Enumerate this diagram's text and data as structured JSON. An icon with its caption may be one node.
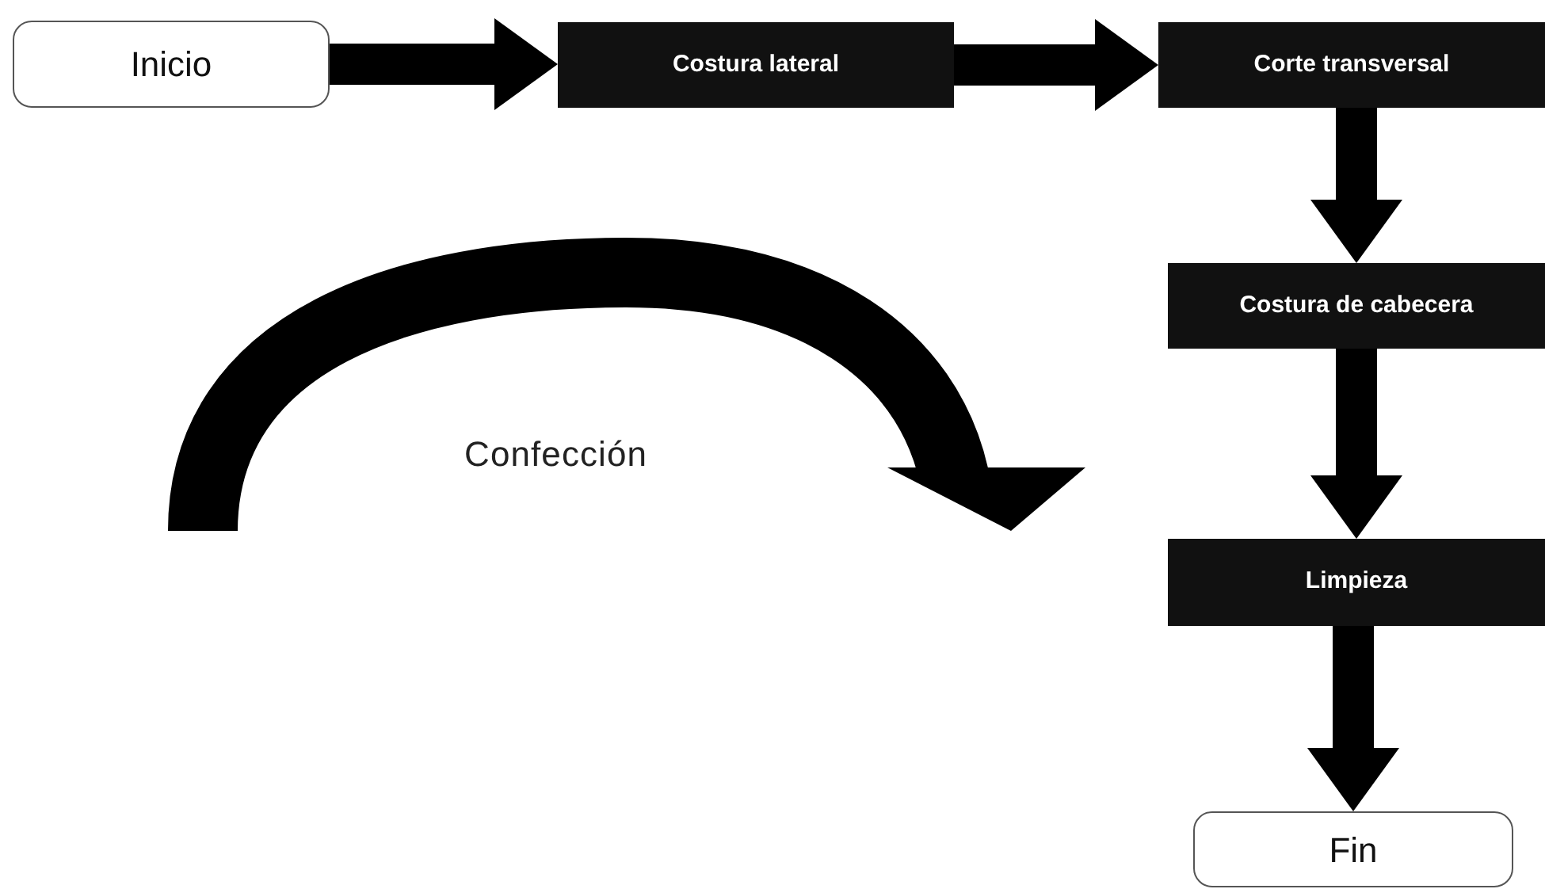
{
  "diagram": {
    "nodes": [
      {
        "text": [
          "Inicio"
        ]
      },
      {
        "text": [
          "Costura lateral"
        ]
      },
      {
        "text": [
          "Corte transversal"
        ]
      },
      {
        "text": [
          "Costura de cabecera"
        ]
      },
      {
        "text": [
          "Limpieza"
        ]
      },
      {
        "text": [
          "Fin"
        ]
      }
    ],
    "edges": [
      {
        "from": 0,
        "to": 1,
        "arrow": "to"
      },
      {
        "from": 1,
        "to": 2,
        "arrow": "to"
      },
      {
        "from": 2,
        "to": 3,
        "arrow": "to"
      },
      {
        "from": 3,
        "to": 4,
        "arrow": "to"
      },
      {
        "from": 4,
        "to": 5,
        "arrow": "to"
      }
    ],
    "labels": [
      "Confección"
    ]
  }
}
